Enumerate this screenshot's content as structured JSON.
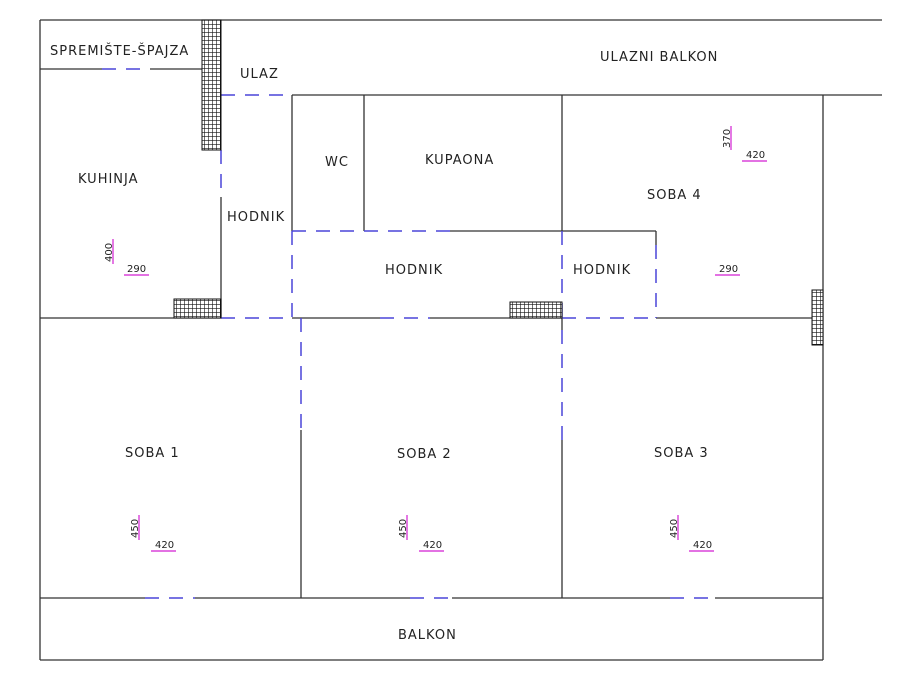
{
  "rooms": {
    "spremiste": "SPREMIŠTE-ŠPAJZA",
    "ulaz": "ULAZ",
    "ulazni_balkon": "ULAZNI BALKON",
    "kuhinja": "KUHINJA",
    "hodnik_1": "HODNIK",
    "wc": "WC",
    "kupaona": "KUPAONA",
    "hodnik_2": "HODNIK",
    "hodnik_3": "HODNIK",
    "soba4": "SOBA 4",
    "soba1": "SOBA 1",
    "soba2": "SOBA 2",
    "soba3": "SOBA 3",
    "balkon": "BALKON"
  },
  "dimensions": {
    "kuhinja": {
      "h": "400",
      "w": "290"
    },
    "soba4": {
      "h": "370",
      "w": "420",
      "w2": "290"
    },
    "soba1": {
      "h": "450",
      "w": "420"
    },
    "soba2": {
      "h": "450",
      "w": "420"
    },
    "soba3": {
      "h": "450",
      "w": "420"
    }
  },
  "colors": {
    "wall": "#333333",
    "opening": "#4a45d8",
    "dimension": "#d21fd2"
  }
}
